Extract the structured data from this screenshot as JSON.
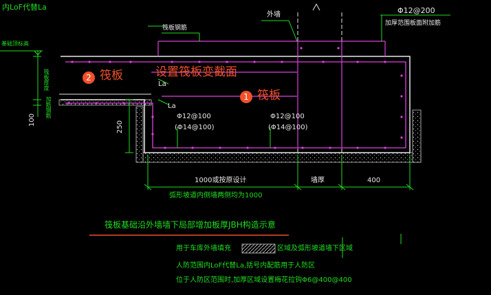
{
  "labels": {
    "corner": "内LoF代替La",
    "base_elev": "基础顶标高",
    "raft_thickness": "筏板厚度",
    "pile_rebar": "加筋钢筋",
    "outer_wall": "外墙",
    "top_rebar": "筏板钢筋",
    "top_right_bar": "Φ12@200",
    "top_right_note": "加厚范围板面附加筋",
    "callout1_num": "1",
    "callout1_text": "筏板",
    "callout2_num": "2",
    "callout2_text": "筏板",
    "set_section": "设置筏板变截面",
    "la1": "La",
    "la2": "La",
    "bar_left": "Φ12@100",
    "bar_left_paren": "(Φ14@100)",
    "bar_mid": "Φ12@100",
    "bar_mid_paren": "(Φ14@100)",
    "dim_250": "250",
    "dim_100": "100",
    "dim_1000": "1000或按原设计",
    "dim_wall": "墙厚",
    "dim_400": "400",
    "note_ramp": "弧形坡道内侧墙两侧均为1000",
    "title": "筏板基础沿外墙墙下局部增加板厚JBH构造示意",
    "legend_left": "用于车库外墙填充",
    "legend_right": "区域及弧形坡道墙下区域",
    "note1": "人防范围内LoF代替La,括号内配筋用于人防区",
    "note2": "位于人防区范围时,加厚区域设置梅花拉钩Φ6@400@400"
  },
  "colors": {
    "background": "#000000",
    "green": "#22dd22",
    "magenta": "#e040e0",
    "white": "#e8e8e8",
    "orange": "#f0502a"
  }
}
